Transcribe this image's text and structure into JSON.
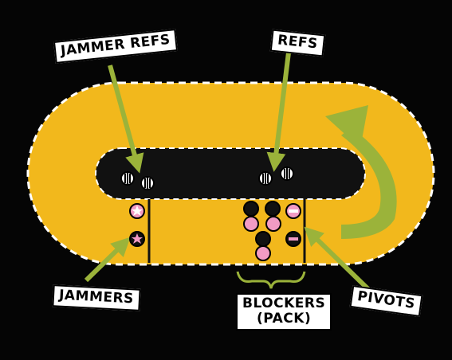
{
  "labels": {
    "jammer_refs": "JAMMER REFS",
    "refs": "REFS",
    "jammers": "JAMMERS",
    "blockers_line1": "BLOCKERS",
    "blockers_line2": "(PACK)",
    "pivots": "PIVOTS"
  },
  "colors": {
    "background": "#050505",
    "track": "#f2b81c",
    "infield": "#111111",
    "arrow": "#9bb33a",
    "label_bg": "#ffffff",
    "pink_skater": "#f29bc4",
    "black_skater": "#111111"
  }
}
